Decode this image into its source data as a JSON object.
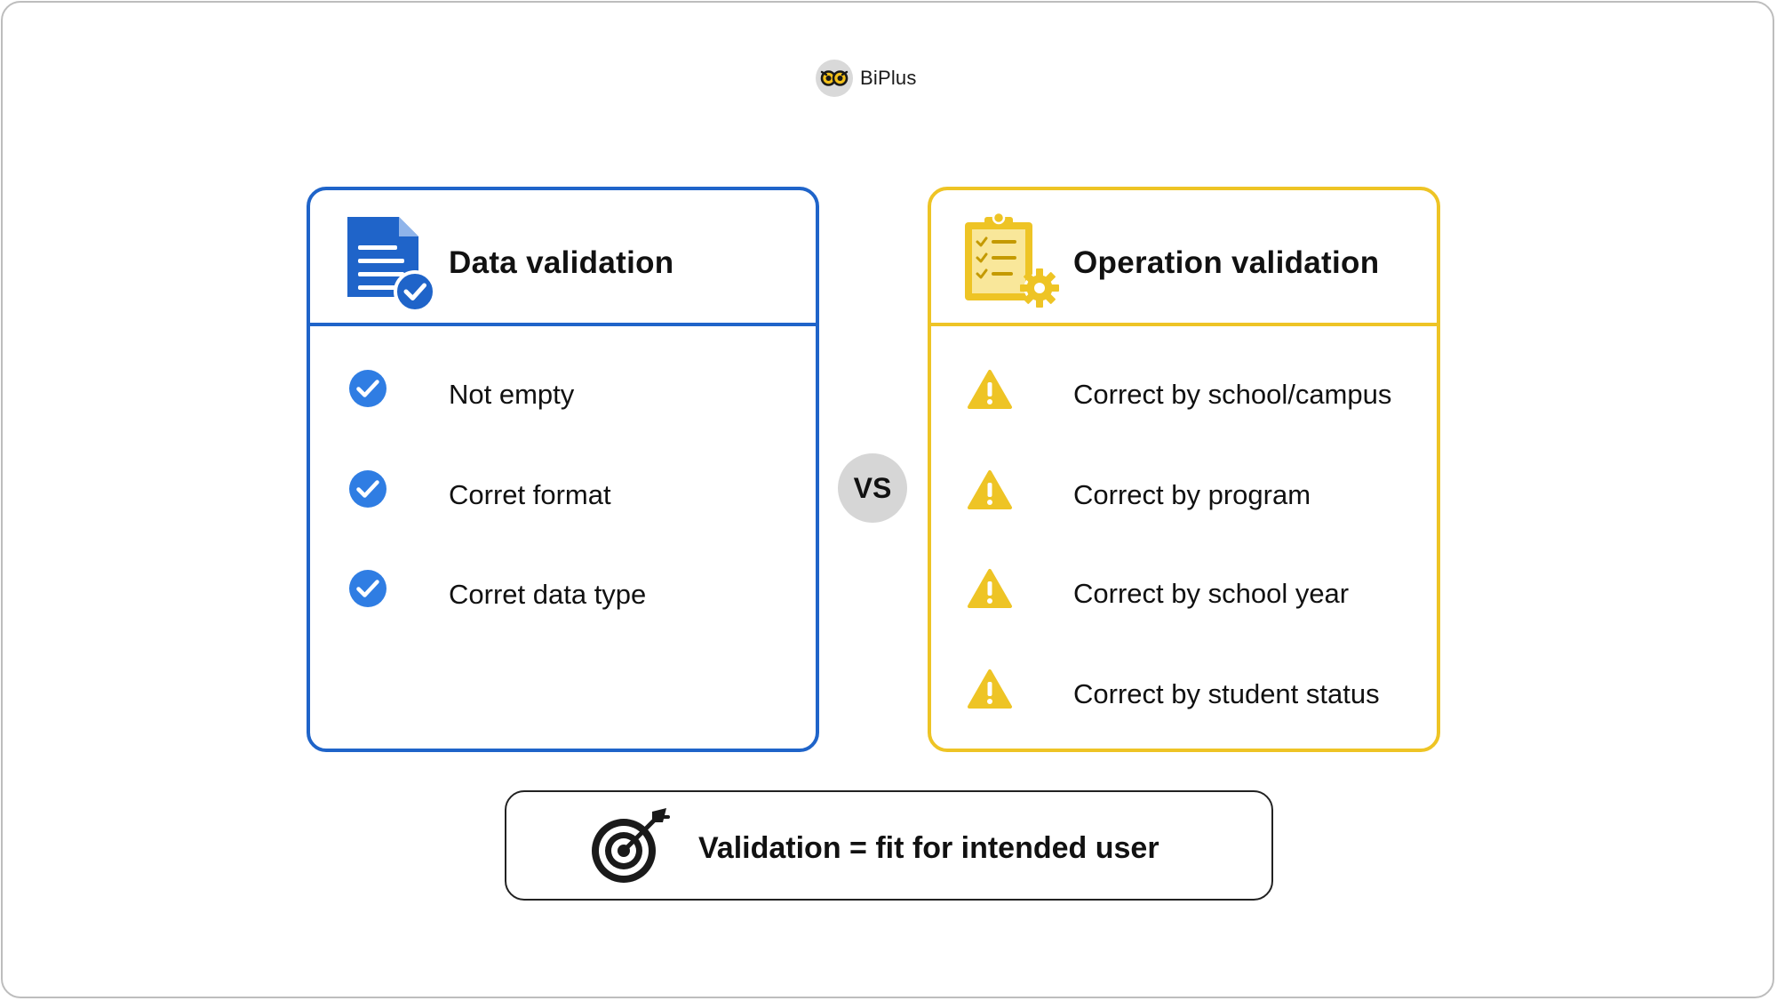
{
  "brand": {
    "name": "BiPlus"
  },
  "vs_label": "VS",
  "data_card": {
    "title": "Data validation",
    "accent": "#1f64c9",
    "header_icon": "document-check-icon",
    "item_icon": "check-circle-icon",
    "items": [
      {
        "label": "Not empty"
      },
      {
        "label": "Corret format"
      },
      {
        "label": "Corret data type"
      }
    ]
  },
  "operation_card": {
    "title": "Operation validation",
    "accent": "#eec425",
    "header_icon": "clipboard-gear-icon",
    "item_icon": "warning-icon",
    "items": [
      {
        "label": "Correct by school/campus"
      },
      {
        "label": "Correct by program"
      },
      {
        "label": "Correct by school year"
      },
      {
        "label": "Correct by student status"
      }
    ]
  },
  "banner": {
    "icon": "target-icon",
    "text": "Validation = fit for intended user"
  }
}
